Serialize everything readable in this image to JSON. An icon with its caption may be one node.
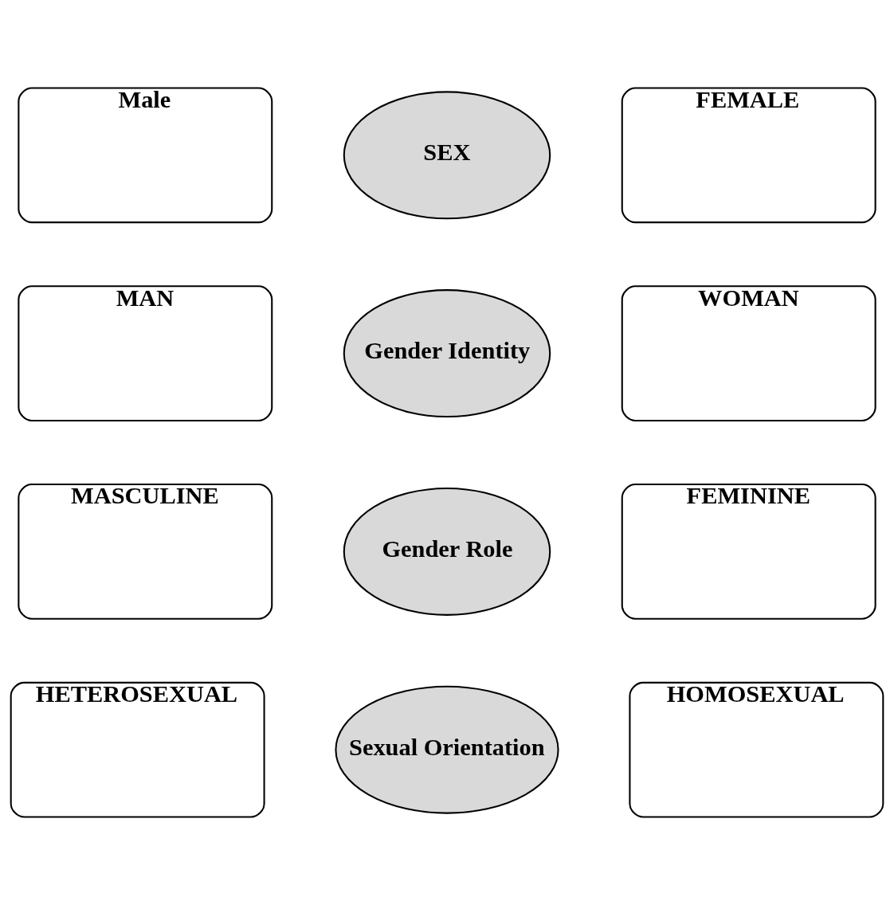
{
  "diagram": {
    "nodes": [
      {
        "text": [
          "Male"
        ]
      },
      {
        "text": [
          "SEX"
        ]
      },
      {
        "text": [
          "FEMALE"
        ]
      },
      {
        "text": [
          "MAN"
        ]
      },
      {
        "text": [
          "Gender Identity"
        ]
      },
      {
        "text": [
          "WOMAN"
        ]
      },
      {
        "text": [
          "MASCULINE"
        ]
      },
      {
        "text": [
          "Gender Role"
        ]
      },
      {
        "text": [
          "FEMININE"
        ]
      },
      {
        "text": [
          "HETEROSEXUAL"
        ]
      },
      {
        "text": [
          "Sexual Orientation"
        ]
      },
      {
        "text": [
          "HOMOSEXUAL"
        ]
      }
    ]
  }
}
